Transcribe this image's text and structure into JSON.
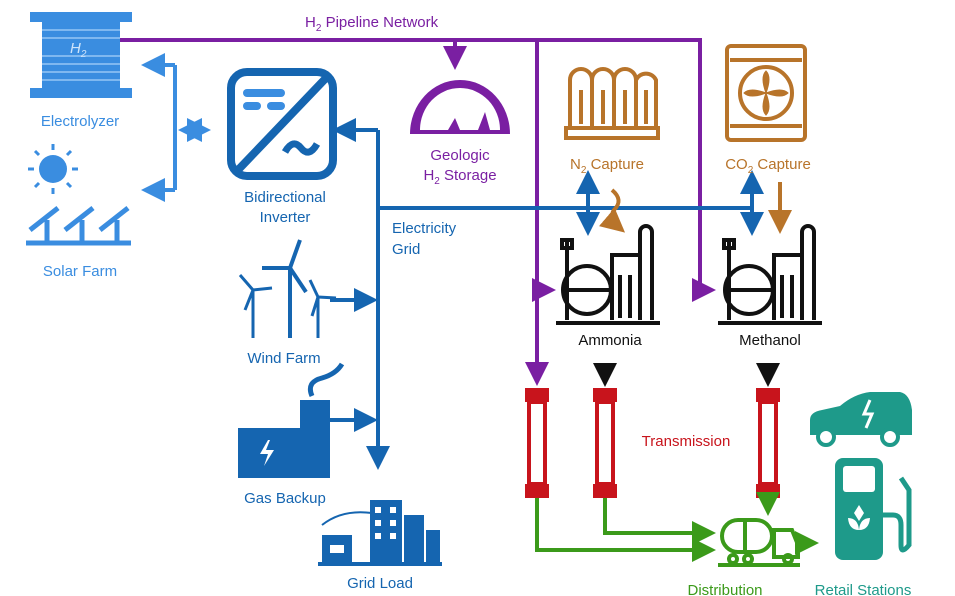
{
  "title": {
    "prefix": "H",
    "sub": "2",
    "rest": " Pipeline Network"
  },
  "nodes": {
    "electrolyzer": {
      "label": "Electrolyzer",
      "icon_text": "H",
      "icon_sub": "2"
    },
    "solar_farm": {
      "label": "Solar Farm"
    },
    "inverter": {
      "line1": "Bidirectional",
      "line2": "Inverter"
    },
    "geologic_storage": {
      "line1": "Geologic",
      "line2_prefix": "H",
      "line2_sub": "2",
      "line2_rest": " Storage"
    },
    "n2_capture": {
      "prefix": "N",
      "sub": "2",
      "rest": " Capture"
    },
    "co2_capture": {
      "prefix": "CO",
      "sub": "2",
      "rest": " Capture"
    },
    "electricity_grid": {
      "line1": "Electricity",
      "line2": "Grid"
    },
    "ammonia": {
      "label": "Ammonia"
    },
    "methanol": {
      "label": "Methanol"
    },
    "wind_farm": {
      "label": "Wind Farm"
    },
    "gas_backup": {
      "label": "Gas Backup"
    },
    "grid_load": {
      "label": "Grid Load"
    },
    "transmission": {
      "label": "Transmission"
    },
    "distribution": {
      "label": "Distribution"
    },
    "retail_stations": {
      "label": "Retail Stations"
    }
  },
  "colors": {
    "renewables": "#3a8de0",
    "grid": "#1565b0",
    "hydrogen": "#7a1fa2",
    "capture": "#b8742a",
    "transmission": "#c8141c",
    "distribution": "#3b9a1a",
    "retail": "#1e9a8a"
  }
}
